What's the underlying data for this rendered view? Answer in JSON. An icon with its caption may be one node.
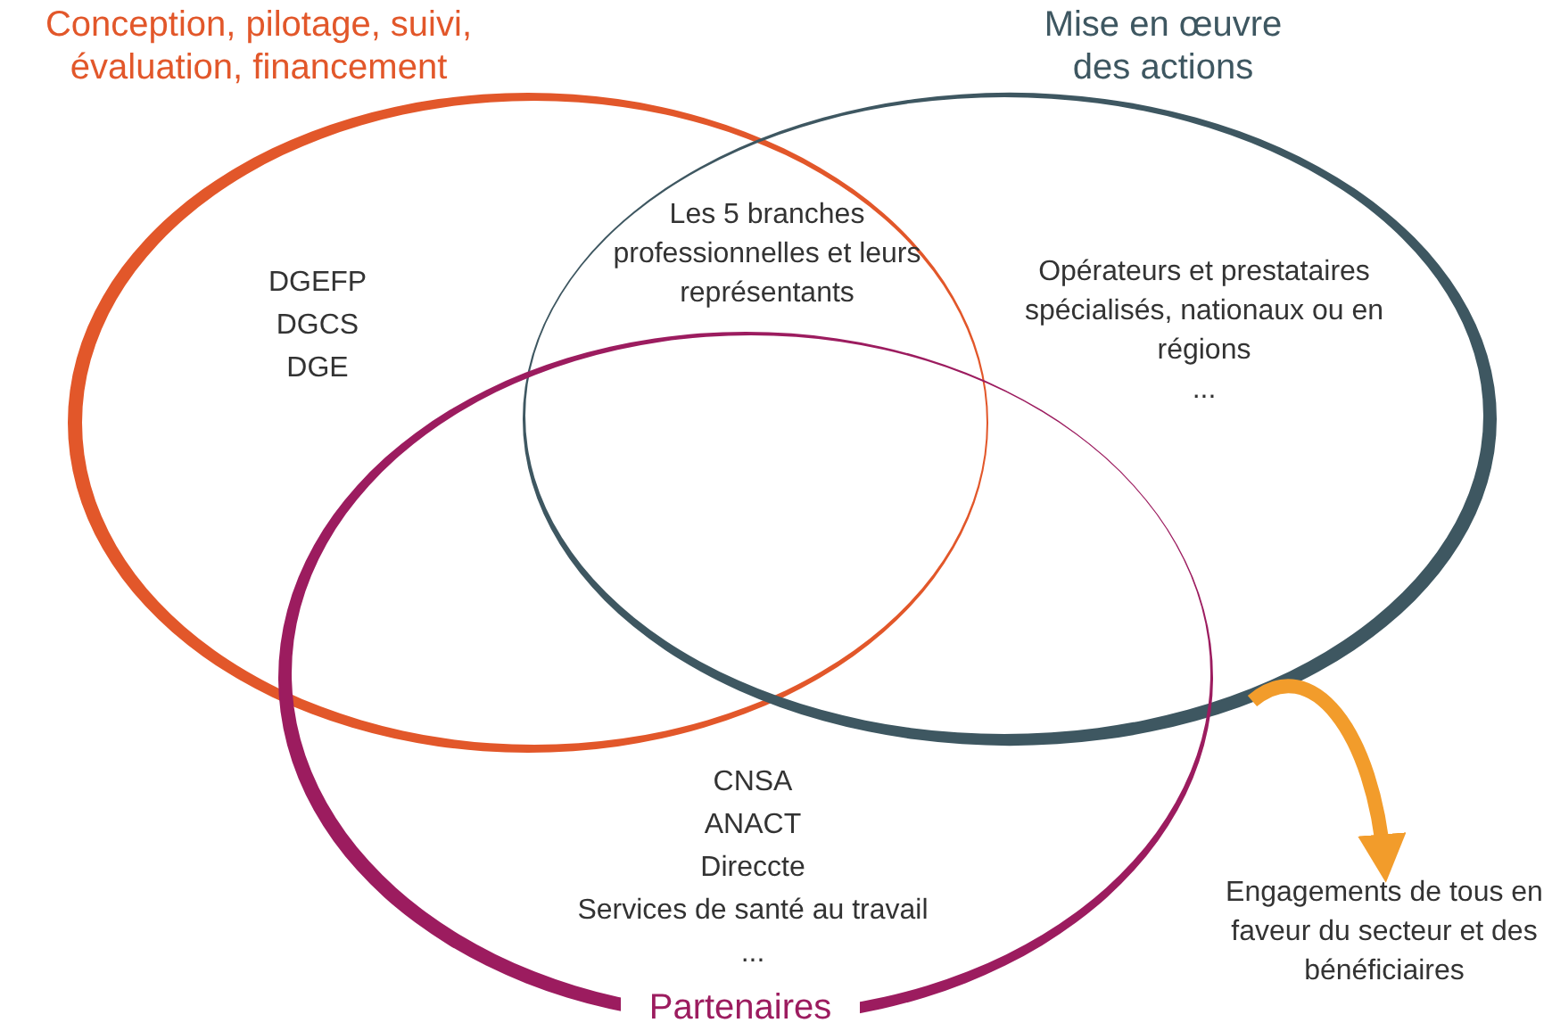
{
  "diagram": {
    "nodes": [
      {
        "text": [
          "Conception, pilotage, suivi, évaluation, financement",
          "DGEFP",
          "DGCS",
          "DGE"
        ]
      },
      {
        "text": [
          "Mise en œuvre des actions",
          "Opérateurs et prestataires spécialisés, nationaux ou en régions",
          "..."
        ]
      },
      {
        "text": [
          "CNSA",
          "ANACT",
          "Direccte",
          "Services de santé au travail",
          "...",
          "Partenaires"
        ]
      },
      {
        "text": [
          "Engagements de tous en faveur du secteur et des bénéficiaires"
        ]
      }
    ],
    "edges": [
      {
        "from": 1,
        "to": 3,
        "arrow": "to",
        "color": "#f29c2b"
      }
    ],
    "labels": [
      "Les 5 branches professionnelles et leurs représentants"
    ]
  }
}
